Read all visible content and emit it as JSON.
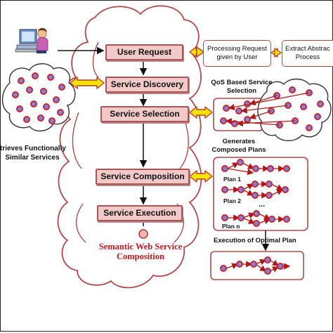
{
  "steps": [
    {
      "label": "User Request"
    },
    {
      "label": "Service Discovery"
    },
    {
      "label": "Service Selection"
    },
    {
      "label": "Service Composition"
    },
    {
      "label": "Service Execution"
    }
  ],
  "title": {
    "line1": "Semantic Web Service",
    "line2": "Composition"
  },
  "left": {
    "line1": "trieves Functionally",
    "line2": "Similar Services"
  },
  "right": {
    "processing_line1": "Processing Request",
    "processing_line2": "given by User",
    "extract_line1": "Extract Abstrac",
    "extract_line2": "Process",
    "qos_line1": "QoS Based Service",
    "qos_line2": "Selection",
    "gen_line1": "Generates",
    "gen_line2": "Composed Plans",
    "plan1": "Plan 1",
    "plan2": "Plan 2",
    "ellipsis": "...",
    "plann": "Plan n",
    "exec": "Execution of Optimal Plan"
  },
  "colors": {
    "accent_red": "#c8161d",
    "step_fill": "#f2c9c9",
    "node_fill": "#7b86d9",
    "arrow_yellow": "#f5e300"
  }
}
